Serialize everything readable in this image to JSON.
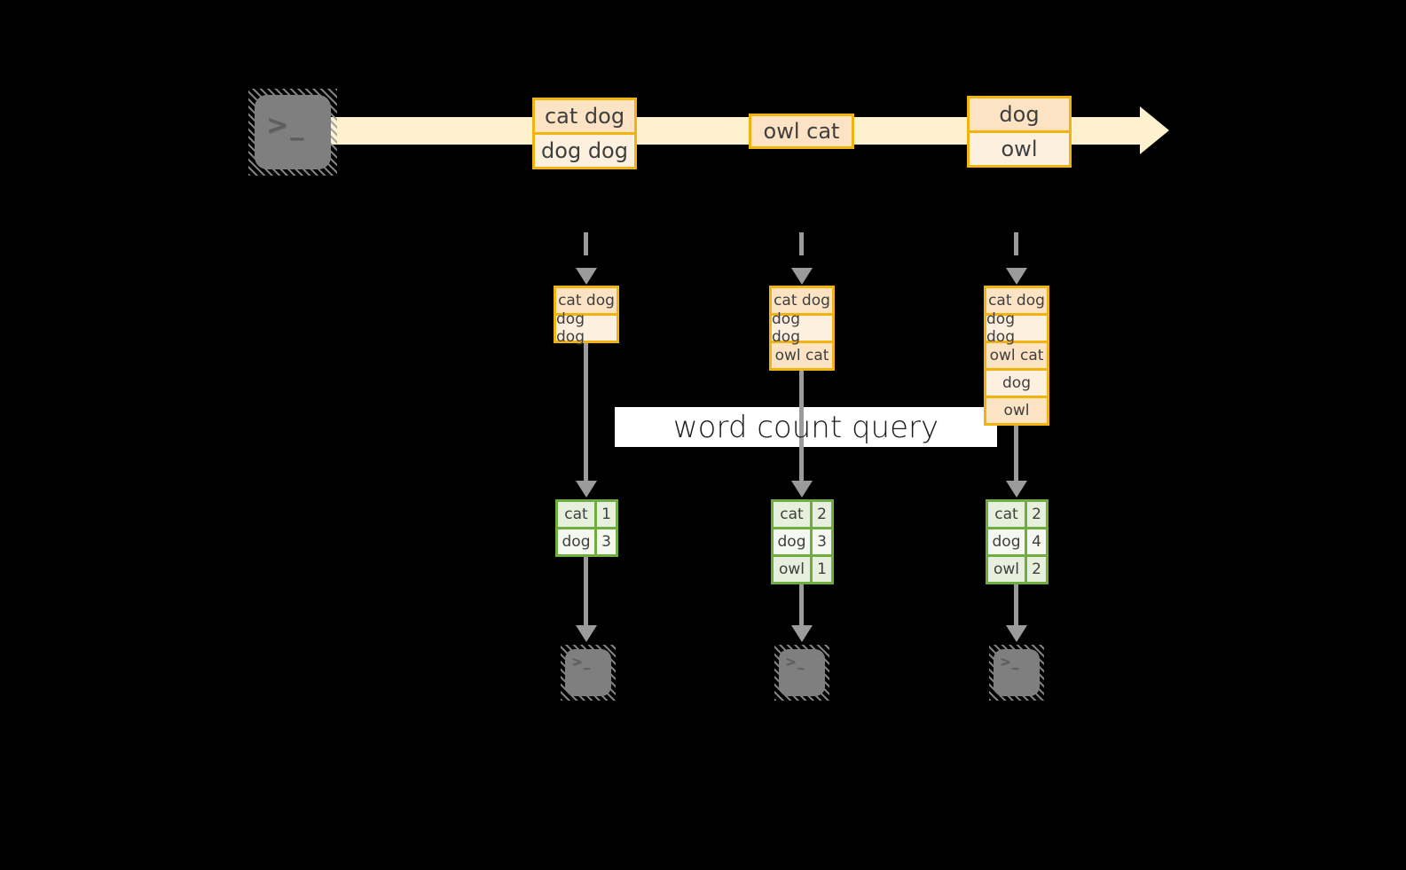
{
  "palette": {
    "orange_border": "#F0B310",
    "peach_fill": "#FBE3C3",
    "cream_fill": "#FDF0DF",
    "stream_band": "#FDF1CE",
    "green_border": "#6FAE3E",
    "green_fill": "#E7EFDD",
    "green_fill_light": "#F4F8F0",
    "arrow_gray": "#9B9B9B",
    "terminal_gray": "#7F7F7F",
    "text_dark": "#3F3F3F"
  },
  "stream": {
    "source_glyph": ">_",
    "events": [
      {
        "lines": [
          "cat dog",
          "dog dog"
        ]
      },
      {
        "lines": [
          "owl cat"
        ]
      },
      {
        "lines": [
          "dog",
          "owl"
        ]
      }
    ]
  },
  "query": {
    "label": "word count query"
  },
  "columns": [
    {
      "buffer": [
        "cat dog",
        "dog dog"
      ],
      "counts": [
        {
          "word": "cat",
          "count": "1"
        },
        {
          "word": "dog",
          "count": "3"
        }
      ],
      "sink_glyph": ">_"
    },
    {
      "buffer": [
        "cat dog",
        "dog dog",
        "owl cat"
      ],
      "counts": [
        {
          "word": "cat",
          "count": "2"
        },
        {
          "word": "dog",
          "count": "3"
        },
        {
          "word": "owl",
          "count": "1"
        }
      ],
      "sink_glyph": ">_"
    },
    {
      "buffer": [
        "cat dog",
        "dog dog",
        "owl cat",
        "dog",
        "owl"
      ],
      "counts": [
        {
          "word": "cat",
          "count": "2"
        },
        {
          "word": "dog",
          "count": "4"
        },
        {
          "word": "owl",
          "count": "2"
        }
      ],
      "sink_glyph": ">_"
    }
  ]
}
